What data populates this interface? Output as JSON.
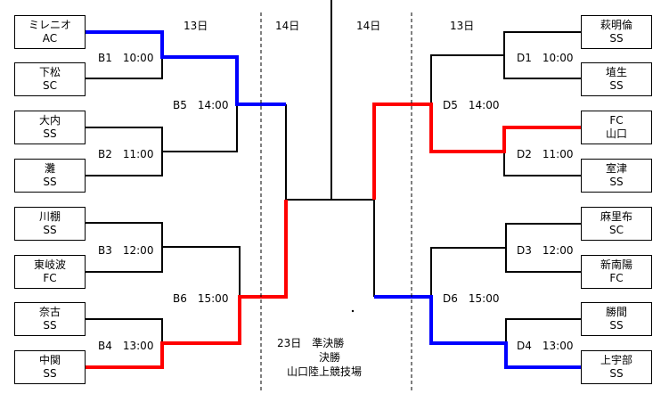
{
  "days": {
    "left_13": "13日",
    "left_14": "14日",
    "right_14": "14日",
    "right_13": "13日"
  },
  "teams": {
    "t1": {
      "line1": "ミレニオ",
      "line2": "AC"
    },
    "t2": {
      "line1": "下松",
      "line2": "SC"
    },
    "t3": {
      "line1": "大内",
      "line2": "SS"
    },
    "t4": {
      "line1": "灘",
      "line2": "SS"
    },
    "t5": {
      "line1": "川棚",
      "line2": "SS"
    },
    "t6": {
      "line1": "東岐波",
      "line2": "FC"
    },
    "t7": {
      "line1": "奈古",
      "line2": "SS"
    },
    "t8": {
      "line1": "中関",
      "line2": "SS"
    },
    "t9": {
      "line1": "萩明倫",
      "line2": "SS"
    },
    "t10": {
      "line1": "埴生",
      "line2": "SS"
    },
    "t11": {
      "line1": "FC",
      "line2": "山口"
    },
    "t12": {
      "line1": "室津",
      "line2": "SS"
    },
    "t13": {
      "line1": "麻里布",
      "line2": "SC"
    },
    "t14": {
      "line1": "新南陽",
      "line2": "FC"
    },
    "t15": {
      "line1": "勝間",
      "line2": "SS"
    },
    "t16": {
      "line1": "上宇部",
      "line2": "SS"
    }
  },
  "matches": {
    "b1": "B1　10:00",
    "b2": "B2　11:00",
    "b3": "B3　12:00",
    "b4": "B4　13:00",
    "b5": "B5　14:00",
    "b6": "B6　15:00",
    "d1": "D1　10:00",
    "d2": "D2　11:00",
    "d3": "D3　12:00",
    "d4": "D4　13:00",
    "d5": "D5　14:00",
    "d6": "D6　15:00"
  },
  "footer": {
    "line1": "23日　準決勝",
    "line2": "決勝",
    "line3": "山口陸上競技場"
  },
  "colors": {
    "winner_blue": "#0000ff",
    "winner_red": "#ff0000",
    "line": "#000000"
  }
}
